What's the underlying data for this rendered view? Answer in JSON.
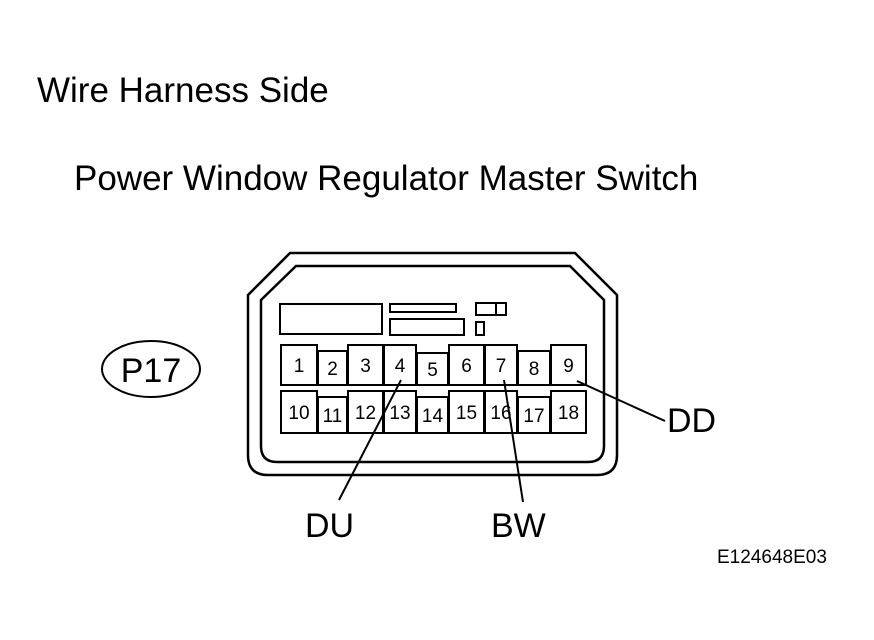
{
  "heading": "Wire Harness Side",
  "title": "Power Window Regulator Master Switch",
  "connector_id": "P17",
  "pins_top": [
    "1",
    "2",
    "3",
    "4",
    "5",
    "6",
    "7",
    "8",
    "9"
  ],
  "pins_bottom": [
    "10",
    "11",
    "12",
    "13",
    "14",
    "15",
    "16",
    "17",
    "18"
  ],
  "wires": [
    {
      "label": "DD",
      "pin": "9"
    },
    {
      "label": "DU",
      "pin": "4"
    },
    {
      "label": "BW",
      "pin": "7"
    }
  ],
  "figure_code": "E124648E03",
  "colors": {
    "line": "#000000",
    "background": "#ffffff"
  }
}
